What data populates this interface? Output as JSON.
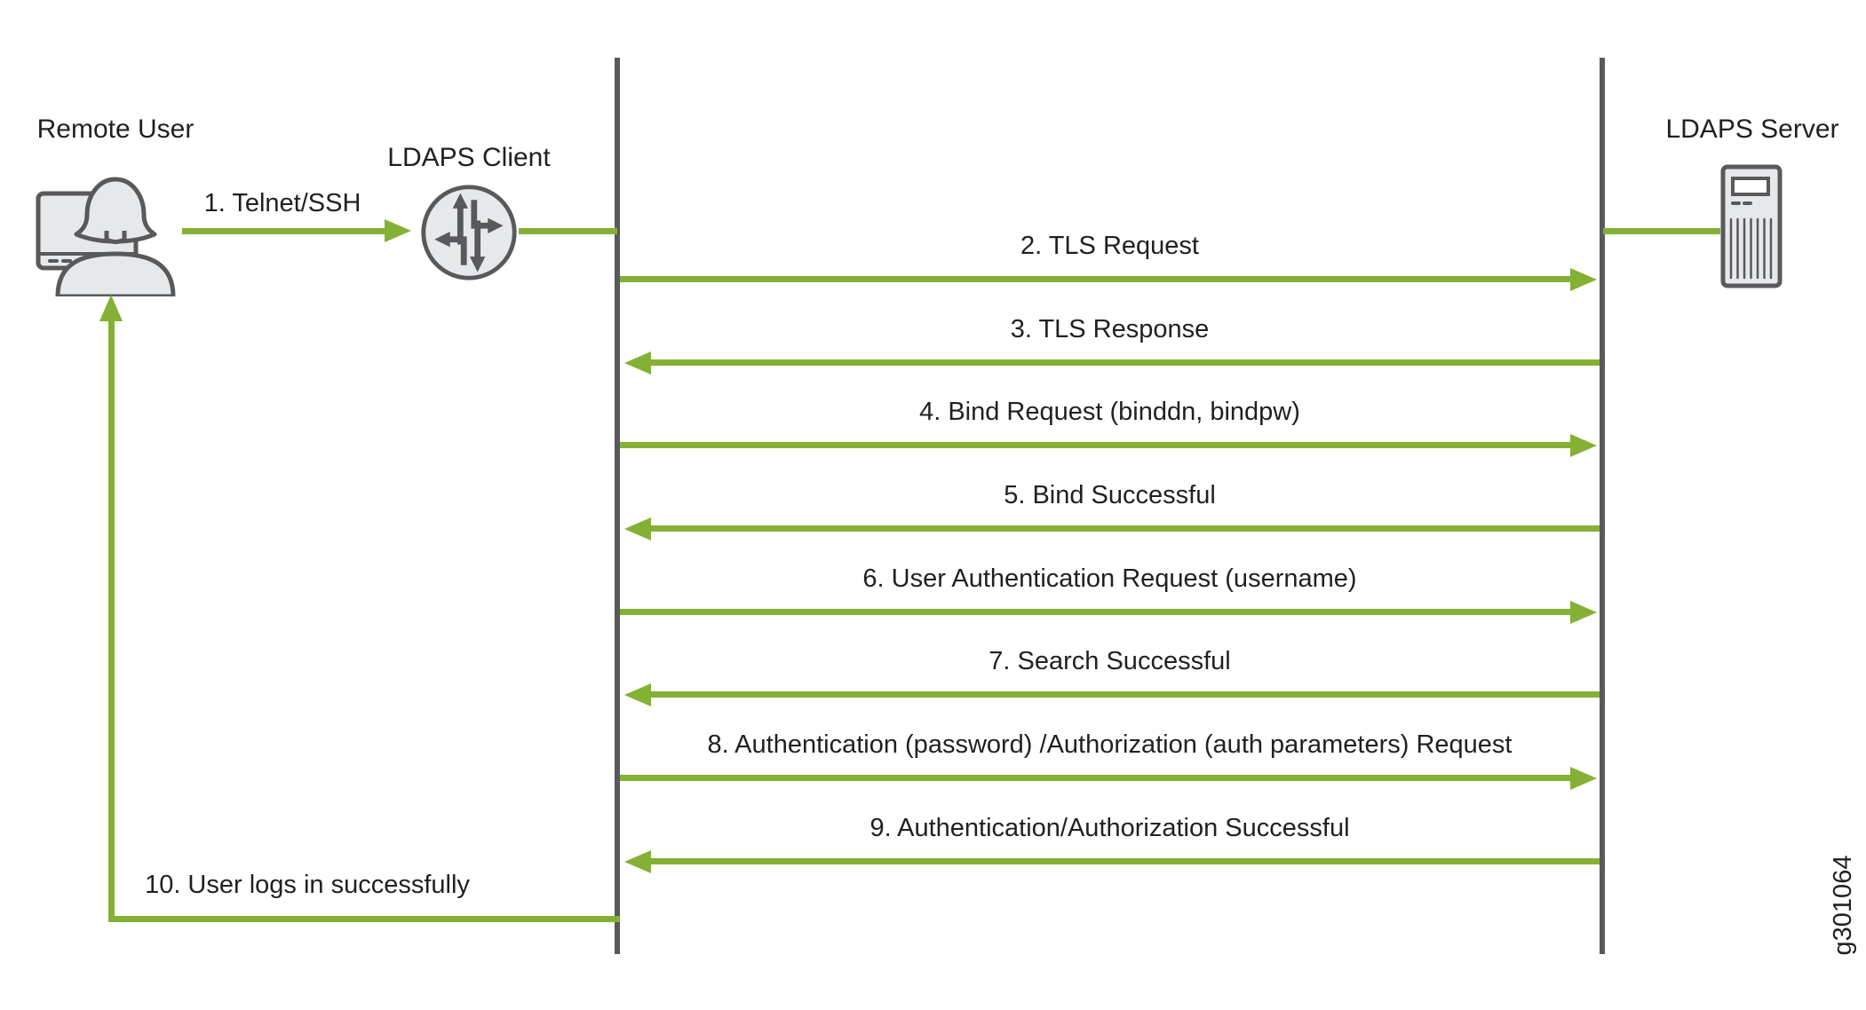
{
  "colors": {
    "green": "#84b135",
    "gray": "#58595b",
    "icon_fill": "#e7e8e9",
    "text": "#231f20"
  },
  "actors": {
    "remote_user": "Remote User",
    "ldaps_client": "LDAPS Client",
    "ldaps_server": "LDAPS Server"
  },
  "messages": [
    {
      "label": "1. Telnet/SSH",
      "from": "remote-user",
      "to": "ldaps-client",
      "direction": "right"
    },
    {
      "label": "2. TLS Request",
      "from": "ldaps-client",
      "to": "ldaps-server",
      "direction": "right"
    },
    {
      "label": "3. TLS Response",
      "from": "ldaps-server",
      "to": "ldaps-client",
      "direction": "left"
    },
    {
      "label": "4. Bind Request (binddn, bindpw)",
      "from": "ldaps-client",
      "to": "ldaps-server",
      "direction": "right"
    },
    {
      "label": "5. Bind Successful",
      "from": "ldaps-server",
      "to": "ldaps-client",
      "direction": "left"
    },
    {
      "label": "6. User Authentication Request (username)",
      "from": "ldaps-client",
      "to": "ldaps-server",
      "direction": "right"
    },
    {
      "label": "7. Search Successful",
      "from": "ldaps-server",
      "to": "ldaps-client",
      "direction": "left"
    },
    {
      "label": "8. Authentication (password) /Authorization (auth parameters) Request",
      "from": "ldaps-client",
      "to": "ldaps-server",
      "direction": "right"
    },
    {
      "label": "9. Authentication/Authorization Successful",
      "from": "ldaps-server",
      "to": "ldaps-client",
      "direction": "left"
    },
    {
      "label": "10. User logs in successfully",
      "from": "ldaps-client",
      "to": "remote-user",
      "direction": "left-up"
    }
  ],
  "figure_id": "g301064"
}
